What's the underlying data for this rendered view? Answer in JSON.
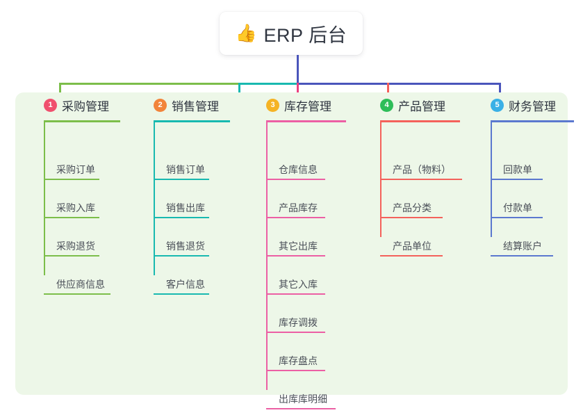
{
  "diagram": {
    "type": "mind-map",
    "root": {
      "icon": "thumbs-up-icon",
      "icon_glyph": "👍",
      "label": "ERP 后台"
    },
    "panel_background": "#edf7e8",
    "page_background": "#ffffff",
    "stem_color": "#4a55bb",
    "bus_colors": [
      "#7cbe4a",
      "#18b9b0",
      "#4a55bb"
    ],
    "columns": [
      {
        "number": "1",
        "title": "采购管理",
        "badge_color": "#f0506e",
        "line_color": "#7cbe4a",
        "head_rule_width": 110,
        "items": [
          {
            "label": "采购订单",
            "rule_width": 80
          },
          {
            "label": "采购入库",
            "rule_width": 80
          },
          {
            "label": "采购退货",
            "rule_width": 80
          },
          {
            "label": "供应商信息",
            "rule_width": 96
          }
        ]
      },
      {
        "number": "2",
        "title": "销售管理",
        "badge_color": "#f2843a",
        "line_color": "#18b9b0",
        "head_rule_width": 110,
        "items": [
          {
            "label": "销售订单",
            "rule_width": 80
          },
          {
            "label": "销售出库",
            "rule_width": 80
          },
          {
            "label": "销售退货",
            "rule_width": 80
          },
          {
            "label": "客户信息",
            "rule_width": 80
          }
        ]
      },
      {
        "number": "3",
        "title": "库存管理",
        "badge_color": "#f5b324",
        "line_color": "#ec5fa4",
        "head_rule_width": 115,
        "items": [
          {
            "label": "仓库信息",
            "rule_width": 85
          },
          {
            "label": "产品库存",
            "rule_width": 85
          },
          {
            "label": "其它出库",
            "rule_width": 85
          },
          {
            "label": "其它入库",
            "rule_width": 85
          },
          {
            "label": "库存调拨",
            "rule_width": 85
          },
          {
            "label": "库存盘点",
            "rule_width": 85
          },
          {
            "label": "出库库明细",
            "rule_width": 100
          }
        ]
      },
      {
        "number": "4",
        "title": "产品管理",
        "badge_color": "#2ebd59",
        "line_color": "#f4615b",
        "head_rule_width": 115,
        "items": [
          {
            "label": "产品（物料）",
            "rule_width": 118
          },
          {
            "label": "产品分类",
            "rule_width": 90
          },
          {
            "label": "产品单位",
            "rule_width": 90
          }
        ]
      },
      {
        "number": "5",
        "title": "财务管理",
        "badge_color": "#3ab0e6",
        "line_color": "#5b78cf",
        "head_rule_width": 120,
        "items": [
          {
            "label": "回款单",
            "rule_width": 75
          },
          {
            "label": "付款单",
            "rule_width": 75
          },
          {
            "label": "结算账户",
            "rule_width": 90
          }
        ]
      }
    ]
  }
}
